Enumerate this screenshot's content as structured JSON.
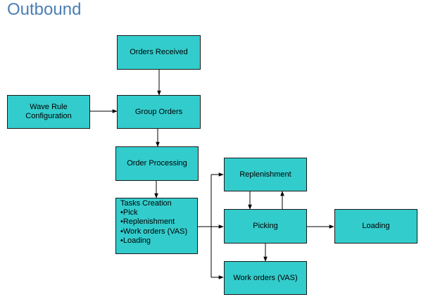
{
  "title": "Outbound",
  "colors": {
    "box_fill": "#33cccc",
    "box_border": "#1a1a1a",
    "title": "#4a7fb5",
    "arrow": "#000000"
  },
  "nodes": {
    "orders_received": "Orders Received",
    "wave_rule": {
      "line1": "Wave Rule",
      "line2": "Configuration"
    },
    "group_orders": "Group Orders",
    "order_processing": "Order Processing",
    "tasks_creation": {
      "heading": "Tasks Creation",
      "items": [
        "Pick",
        "Replenishment",
        "Work orders (VAS)",
        "Loading"
      ]
    },
    "replenishment": "Replenishment",
    "picking": "Picking",
    "loading": "Loading",
    "work_orders": "Work orders (VAS)"
  },
  "edges": [
    {
      "from": "Orders Received",
      "to": "Group Orders"
    },
    {
      "from": "Wave Rule Configuration",
      "to": "Group Orders"
    },
    {
      "from": "Group Orders",
      "to": "Order Processing"
    },
    {
      "from": "Order Processing",
      "to": "Tasks Creation"
    },
    {
      "from": "Tasks Creation",
      "to": "Replenishment"
    },
    {
      "from": "Tasks Creation",
      "to": "Picking"
    },
    {
      "from": "Tasks Creation",
      "to": "Work orders (VAS)"
    },
    {
      "from": "Replenishment",
      "to": "Picking"
    },
    {
      "from": "Picking",
      "to": "Replenishment"
    },
    {
      "from": "Picking",
      "to": "Loading"
    },
    {
      "from": "Picking",
      "to": "Work orders (VAS)"
    }
  ]
}
